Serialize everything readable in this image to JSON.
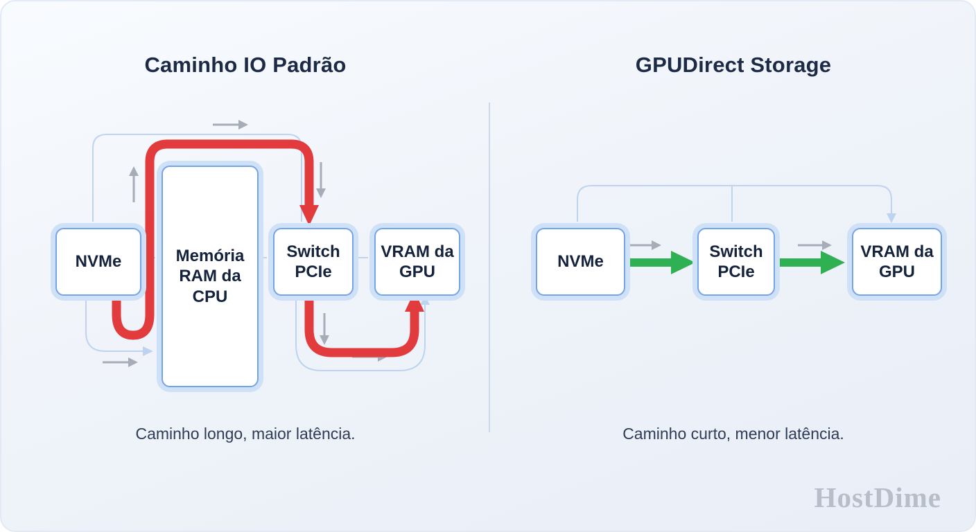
{
  "left": {
    "title": "Caminho IO Padrão",
    "caption": "Caminho longo, maior latência.",
    "nodes": {
      "nvme": "NVMe",
      "ram": "Memória RAM da CPU",
      "pcie_switch": "Switch PCIe",
      "gpu_vram": "VRAM da GPU"
    }
  },
  "right": {
    "title": "GPUDirect Storage",
    "caption": "Caminho curto, menor latência.",
    "nodes": {
      "nvme": "NVMe",
      "pcie_switch": "Switch PCIe",
      "gpu_vram": "VRAM da GPU"
    }
  },
  "watermark": "HostDime",
  "colors": {
    "red": "#e23b3e",
    "green": "#2fb153",
    "wire": "#bdd3ef",
    "gray": "#a6adb8",
    "node_border": "#74a3e6",
    "node_glow": "#cfe1f6",
    "background": "#eef2f9"
  }
}
